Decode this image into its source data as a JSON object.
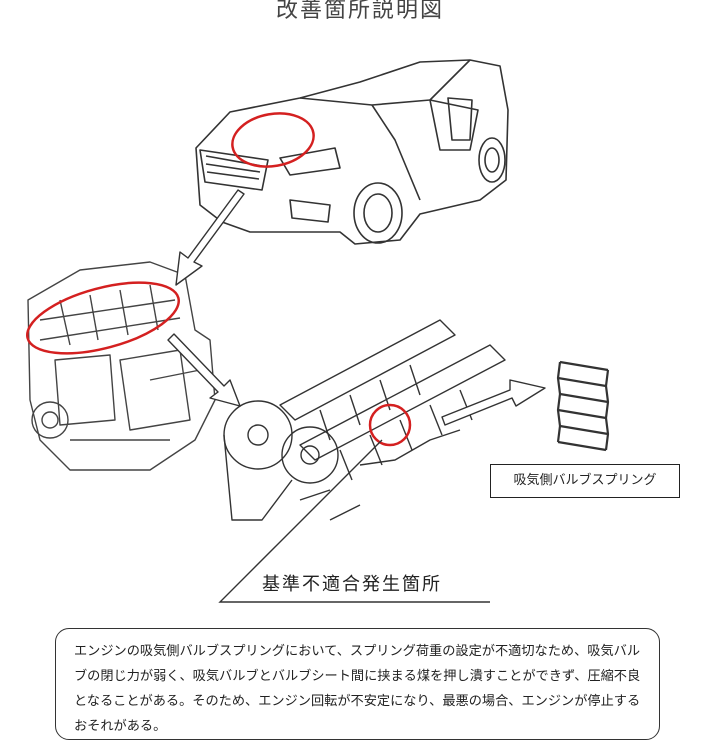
{
  "title": "改善箇所説明図",
  "labels": {
    "spring": "吸気側バルブスプリング",
    "defect_location": "基準不適合発生箇所"
  },
  "description": "エンジンの吸気側バルブスプリングにおいて、スプリング荷重の設定が不適切なため、吸気バルブの閉じ力が弱く、吸気バルブとバルブシート間に挟まる煤を押し潰すことができず、圧縮不良となることがある。そのため、エンジン回転が不安定になり、最悪の場合、エンジンが停止するおそれがある。",
  "colors": {
    "highlight": "#d42020",
    "line": "#333333"
  }
}
